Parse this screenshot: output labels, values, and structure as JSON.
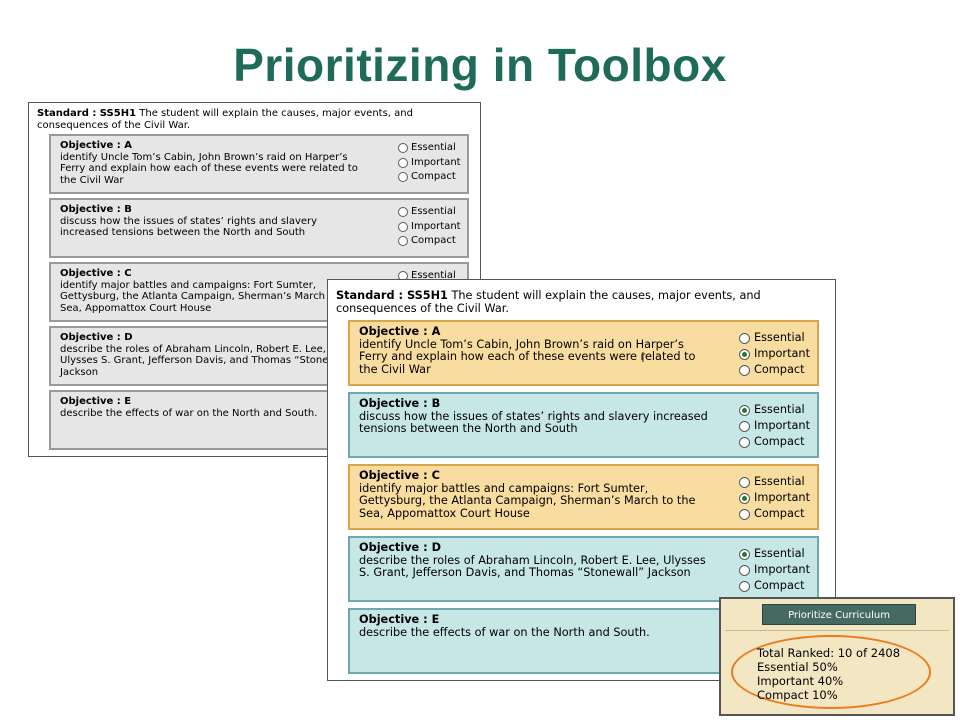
{
  "slide": {
    "title": "Prioritizing in Toolbox"
  },
  "standard": {
    "label": "Standard : SS5H1",
    "text": "The student will explain the causes, major events, and consequences of the Civil War."
  },
  "options": [
    "Essential",
    "Important",
    "Compact"
  ],
  "objectives": [
    {
      "label": "Objective : A",
      "text": "identify Uncle Tom’s Cabin, John Brown’s raid on Harper’s Ferry and explain how each of these events were related to the Civil War"
    },
    {
      "label": "Objective : B",
      "text": "discuss how the issues of states’ rights and slavery increased tensions between the North and South"
    },
    {
      "label": "Objective : C",
      "text": "identify major battles and campaigns: Fort Sumter, Gettysburg, the Atlanta Campaign, Sherman’s March to the Sea, Appomattox Court House"
    },
    {
      "label": "Objective : D",
      "text": "describe the roles of Abraham Lincoln, Robert E. Lee, Ulysses S. Grant, Jefferson Davis, and Thomas “Stonewall” Jackson"
    },
    {
      "label": "Objective : E",
      "text": "describe the effects of war on the North and South."
    }
  ],
  "front_selection": [
    "Important",
    "Essential",
    "Important",
    "Essential",
    null
  ],
  "colors": {
    "title": "#1f6b5a",
    "important": "#f9dca0",
    "essential": "#c6e7e5",
    "unranked": "#e6e6e6",
    "highlight_ring": "#ec7a1c",
    "button": "#456a61"
  },
  "summary": {
    "button_label": "Prioritize Curriculum",
    "total": "Total Ranked: 10 of 2408",
    "essential": "Essential 50%",
    "important": "Important 40%",
    "compact": "Compact 10%"
  }
}
